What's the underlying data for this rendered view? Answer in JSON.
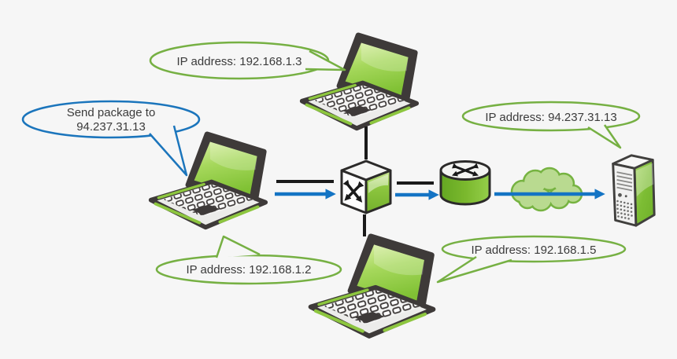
{
  "diagram": {
    "type": "network-routing-diagram",
    "bubbles": {
      "send_package": {
        "line1": "Send package to",
        "line2": "94.237.31.13"
      },
      "top_laptop_ip": {
        "text": "IP address: 192.168.1.3"
      },
      "bottom_left_laptop_ip": {
        "text": "IP address: 192.168.1.2"
      },
      "bottom_laptop_ip": {
        "text": "IP address: 192.168.1.5"
      },
      "server_ip": {
        "text": "IP address: 94.237.31.13"
      }
    },
    "nodes": {
      "laptop_left": "laptop (sender)",
      "laptop_top": "laptop",
      "laptop_bottom": "laptop",
      "switch": "network switch",
      "router": "router",
      "cloud": "internet cloud",
      "server": "server"
    },
    "colors": {
      "background": "#f6f6f6",
      "bubble_green": "#76b043",
      "bubble_blue": "#1b75bc",
      "arrow_blue": "#1474c4",
      "link_black": "#1a1a1a",
      "device_green": "#8dc63f",
      "text": "#3b3b3b"
    }
  }
}
